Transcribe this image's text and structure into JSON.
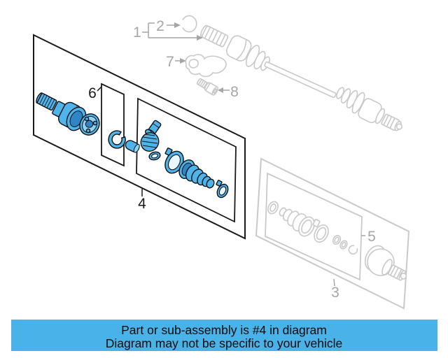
{
  "banner": {
    "line1": "Part or sub-assembly is #4 in diagram",
    "line2": "Diagram may not be specific to your vehicle",
    "background_color": "#49b2e8",
    "text_color": "#0c0c0c"
  },
  "diagram": {
    "colors": {
      "highlight": "#4fb4ea",
      "highlight_shade": "#2e86c6",
      "highlight_light": "#8ed2f4",
      "highlight_pale": "#e9f6fd",
      "muted_line": "#c9c9c9",
      "muted_label": "#a6a6a6",
      "box_line": "#1a1a1a"
    },
    "callouts": {
      "c1": {
        "text": "1"
      },
      "c2": {
        "text": "2"
      },
      "c3": {
        "text": "3"
      },
      "c4": {
        "text": "4"
      },
      "c5": {
        "text": "5"
      },
      "c6": {
        "text": "6"
      },
      "c7": {
        "text": "7"
      },
      "c8": {
        "text": "8"
      }
    }
  }
}
